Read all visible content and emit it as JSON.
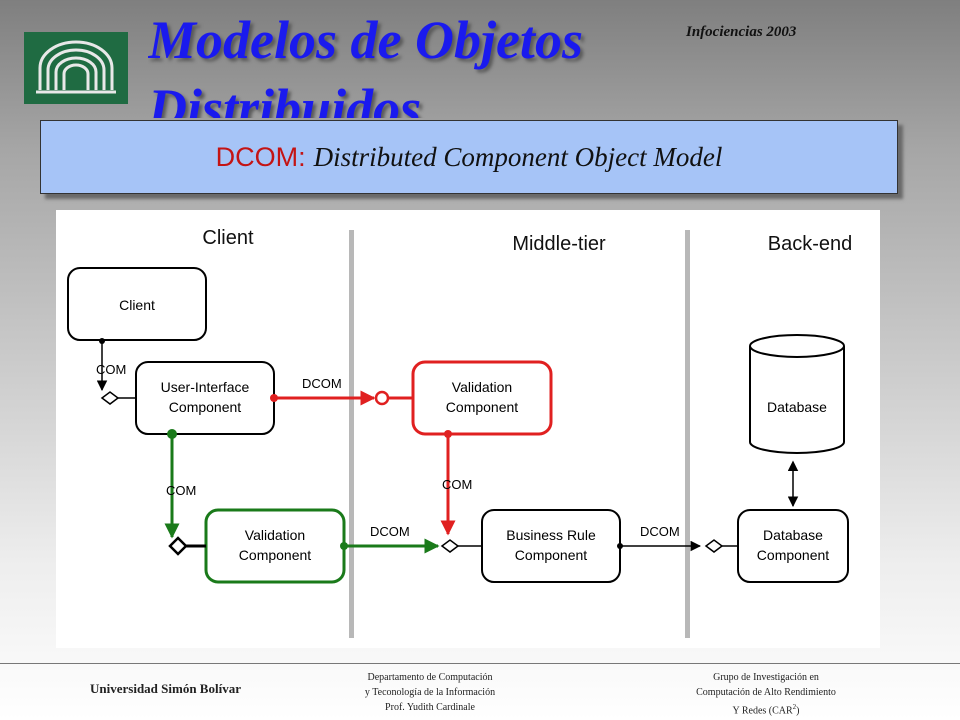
{
  "slide": {
    "title": "Modelos de Objetos Distribuidos",
    "conference": "Infociencias 2003",
    "subtitle_acronym": "DCOM:",
    "subtitle_expansion": "Distributed Component Object Model"
  },
  "diagram": {
    "tiers": [
      "Client",
      "Middle-tier",
      "Back-end"
    ],
    "nodes": {
      "client": "Client",
      "ui_line1": "User-Interface",
      "ui_line2": "Component",
      "val_red_line1": "Validation",
      "val_red_line2": "Component",
      "val_green_line1": "Validation",
      "val_green_line2": "Component",
      "brc_line1": "Business Rule",
      "brc_line2": "Component",
      "db": "Database",
      "dbc_line1": "Database",
      "dbc_line2": "Component"
    },
    "labels": {
      "com_client_ui": "COM",
      "dcom_ui_val": "DCOM",
      "com_ui_val_green": "COM",
      "com_val_brc": "COM",
      "dcom_val_brc": "DCOM",
      "dcom_brc_dbc": "DCOM"
    },
    "colors": {
      "red": "#e02020",
      "green": "#1a7a1a",
      "black": "#000000"
    }
  },
  "footer": {
    "university": "Universidad Simón Bolívar",
    "dept_line1": "Departamento de Computación",
    "dept_line2": "y Teconología de la Información",
    "dept_line3": "Prof. Yudith Cardinale",
    "group_line1": "Grupo de Investigación en",
    "group_line2": "Computación de Alto Rendimiento",
    "group_line3": "Y Redes (CAR",
    "group_sup": "2",
    "group_close": ")"
  }
}
